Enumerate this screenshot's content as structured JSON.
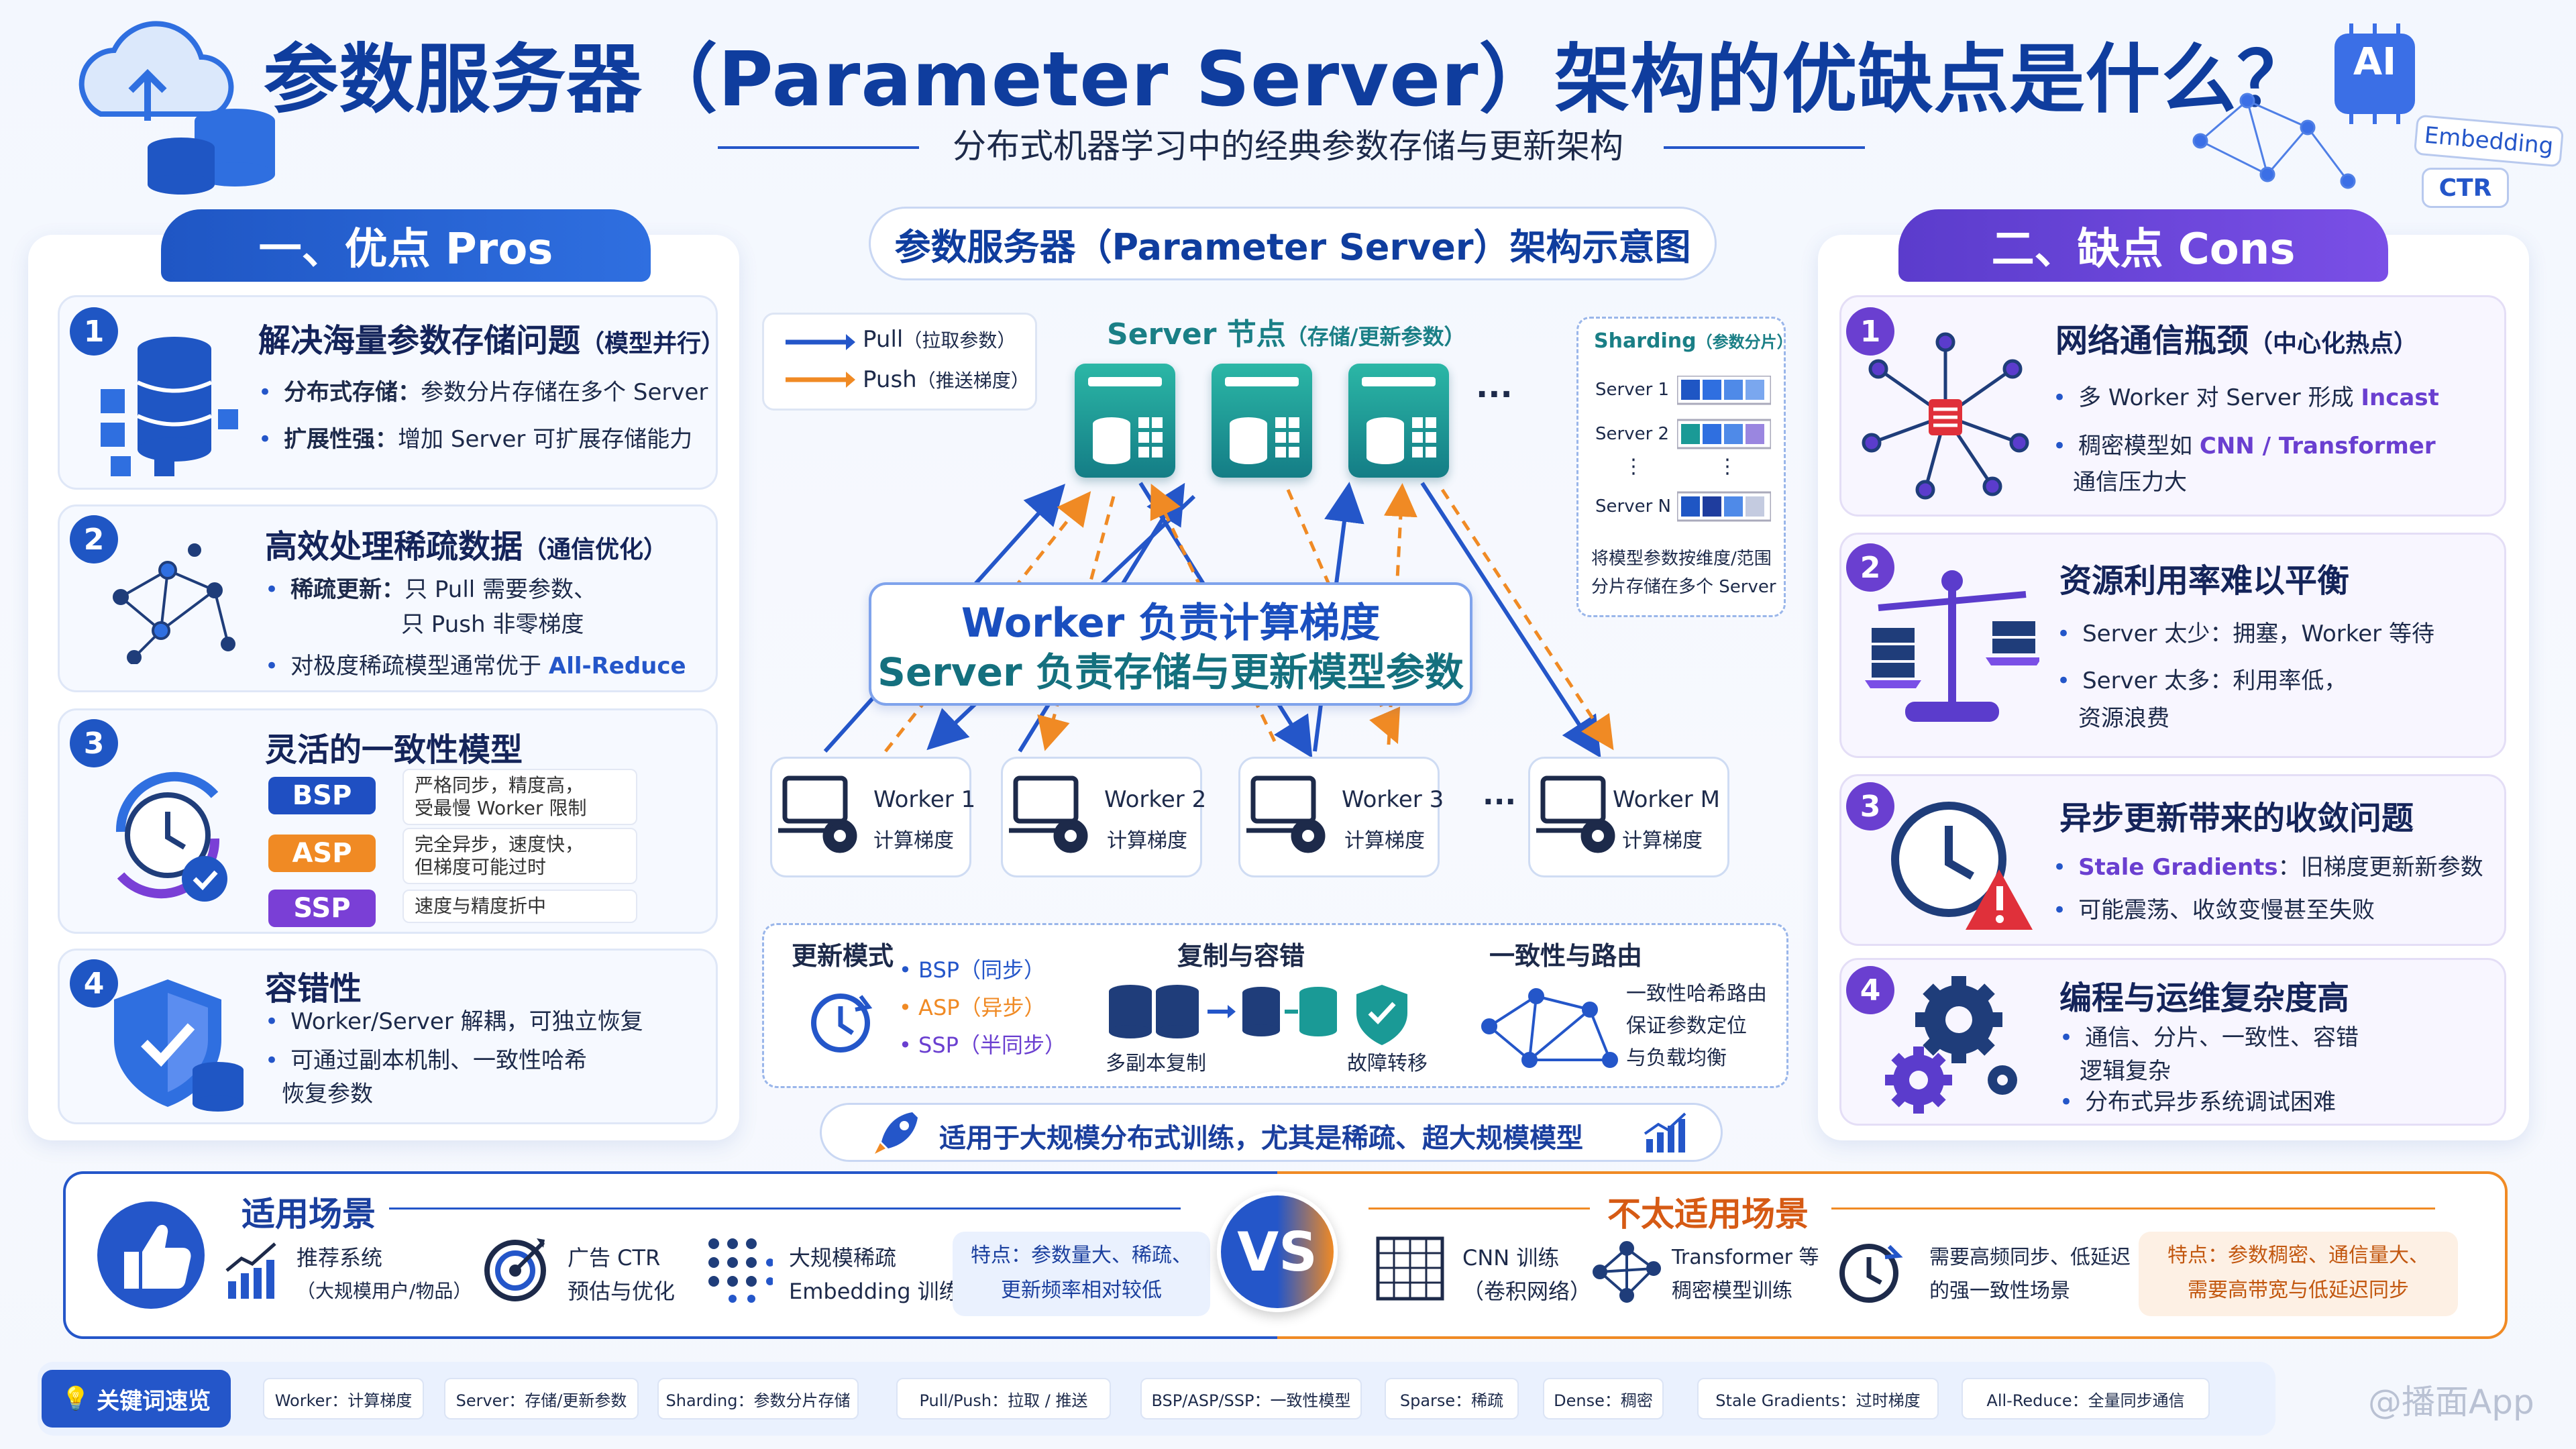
{
  "title": "参数服务器（Parameter Server）架构的优缺点是什么？",
  "subtitle": "分布式机器学习中的经典参数存储与更新架构",
  "top_right_tags": {
    "ai": "AI",
    "embedding": "Embedding",
    "ctr": "CTR"
  },
  "pros": {
    "header": "一、优点 Pros",
    "items": [
      {
        "num": "1",
        "title": "解决海量参数存储问题",
        "title_note": "（模型并行）",
        "b1_label": "分布式存储：",
        "b1_text": "参数分片存储在多个 Server",
        "b2_label": "扩展性强：",
        "b2_text": "增加 Server 可扩展存储能力"
      },
      {
        "num": "2",
        "title": "高效处理稀疏数据",
        "title_note": "（通信优化）",
        "b1_label": "稀疏更新：",
        "b1_text": "只 Pull 需要参数、",
        "b1_text2": "只 Push 非零梯度",
        "b2_text": "对极度稀疏模型通常优于 ",
        "b2_hl": "All-Reduce"
      },
      {
        "num": "3",
        "title": "灵活的一致性模型",
        "modes": [
          {
            "tag": "BSP",
            "desc1": "严格同步，精度高，",
            "desc2": "受最慢 Worker 限制",
            "color": "#1f4fc2"
          },
          {
            "tag": "ASP",
            "desc1": "完全异步，速度快，",
            "desc2": "但梯度可能过时",
            "color": "#f08a24"
          },
          {
            "tag": "SSP",
            "desc1": "速度与精度折中",
            "desc2": "",
            "color": "#7a3fd6"
          }
        ]
      },
      {
        "num": "4",
        "title": "容错性",
        "b1_text": "Worker/Server 解耦，可独立恢复",
        "b2_text": "可通过副本机制、一致性哈希",
        "b2_text2": "恢复参数"
      }
    ]
  },
  "cons": {
    "header": "二、缺点 Cons",
    "items": [
      {
        "num": "1",
        "title": "网络通信瓶颈",
        "title_note": "（中心化热点）",
        "b1_text": "多 Worker 对 Server 形成 ",
        "b1_hl": "Incast",
        "b2_text": "稠密模型如 ",
        "b2_hl": "CNN / Transformer",
        "b2_text2": "通信压力大"
      },
      {
        "num": "2",
        "title": "资源利用率难以平衡",
        "b1_text": "Server 太少：拥塞，Worker 等待",
        "b2_text": "Server 太多：利用率低，",
        "b2_text2": "资源浪费"
      },
      {
        "num": "3",
        "title": "异步更新带来的收敛问题",
        "b1_hl": "Stale Gradients",
        "b1_text": "：旧梯度更新新参数",
        "b2_text": "可能震荡、收敛变慢甚至失败"
      },
      {
        "num": "4",
        "title": "编程与运维复杂度高",
        "b1_text": "通信、分片、一致性、容错",
        "b1_text2": "逻辑复杂",
        "b2_text": "分布式异步系统调试困难"
      }
    ]
  },
  "diagram": {
    "header": "参数服务器（Parameter Server）架构示意图",
    "legend": {
      "pull": "Pull",
      "pull_note": "（拉取参数）",
      "push": "Push",
      "push_note": "（推送梯度）"
    },
    "server_title": "Server 节点",
    "server_note": "（存储/更新参数）",
    "ellipsis": "···",
    "sharding": {
      "title": "Sharding",
      "title_note": "（参数分片）",
      "rows": [
        "Server 1",
        "Server 2",
        "Server N"
      ],
      "vdots": "⋮",
      "desc1": "将模型参数按维度/范围",
      "desc2": "分片存储在多个 Server"
    },
    "center_line1": "Worker 负责计算梯度",
    "center_line2": "Server 负责存储与更新模型参数",
    "workers": [
      {
        "name": "Worker 1",
        "sub": "计算梯度"
      },
      {
        "name": "Worker 2",
        "sub": "计算梯度"
      },
      {
        "name": "Worker 3",
        "sub": "计算梯度"
      },
      {
        "name": "Worker M",
        "sub": "计算梯度"
      }
    ],
    "update_mode": {
      "title": "更新模式",
      "items": [
        "BSP（同步）",
        "ASP（异步）",
        "SSP（半同步）"
      ]
    },
    "replication": {
      "title": "复制与容错",
      "replica": "多副本复制",
      "failover": "故障转移"
    },
    "routing": {
      "title": "一致性与路由",
      "desc1": "一致性哈希路由",
      "desc2": "保证参数定位",
      "desc3": "与负载均衡"
    },
    "banner": "适用于大规模分布式训练，尤其是稀疏、超大规模模型"
  },
  "scenarios": {
    "suitable": {
      "title": "适用场景",
      "items": [
        {
          "t1": "推荐系统",
          "t2": "（大规模用户/物品）"
        },
        {
          "t1": "广告 CTR",
          "t2": "预估与优化"
        },
        {
          "t1": "大规模稀疏",
          "t2": "Embedding 训练"
        }
      ],
      "feature1": "特点：参数量大、稀疏、",
      "feature2": "更新频率相对较低"
    },
    "vs": "VS",
    "unsuitable": {
      "title": "不太适用场景",
      "items": [
        {
          "t1": "CNN 训练",
          "t2": "（卷积网络）"
        },
        {
          "t1": "Transformer 等",
          "t2": "稠密模型训练"
        },
        {
          "t1": "需要高频同步、低延迟",
          "t2": "的强一致性场景"
        }
      ],
      "feature1": "特点：参数稠密、通信量大、",
      "feature2": "需要高带宽与低延迟同步"
    }
  },
  "keywords": {
    "label": "关键词速览",
    "items": [
      "Worker：计算梯度",
      "Server：存储/更新参数",
      "Sharding：参数分片存储",
      "Pull/Push：拉取 / 推送",
      "BSP/ASP/SSP：一致性模型",
      "Sparse：稀疏",
      "Dense：稠密",
      "Stale Gradients：过时梯度",
      "All-Reduce：全量同步通信"
    ]
  },
  "watermark": "@播面App",
  "colors": {
    "blue": "#2456c9",
    "purple": "#6a3fd0",
    "orange": "#f08a24",
    "teal": "#1a9a96"
  }
}
